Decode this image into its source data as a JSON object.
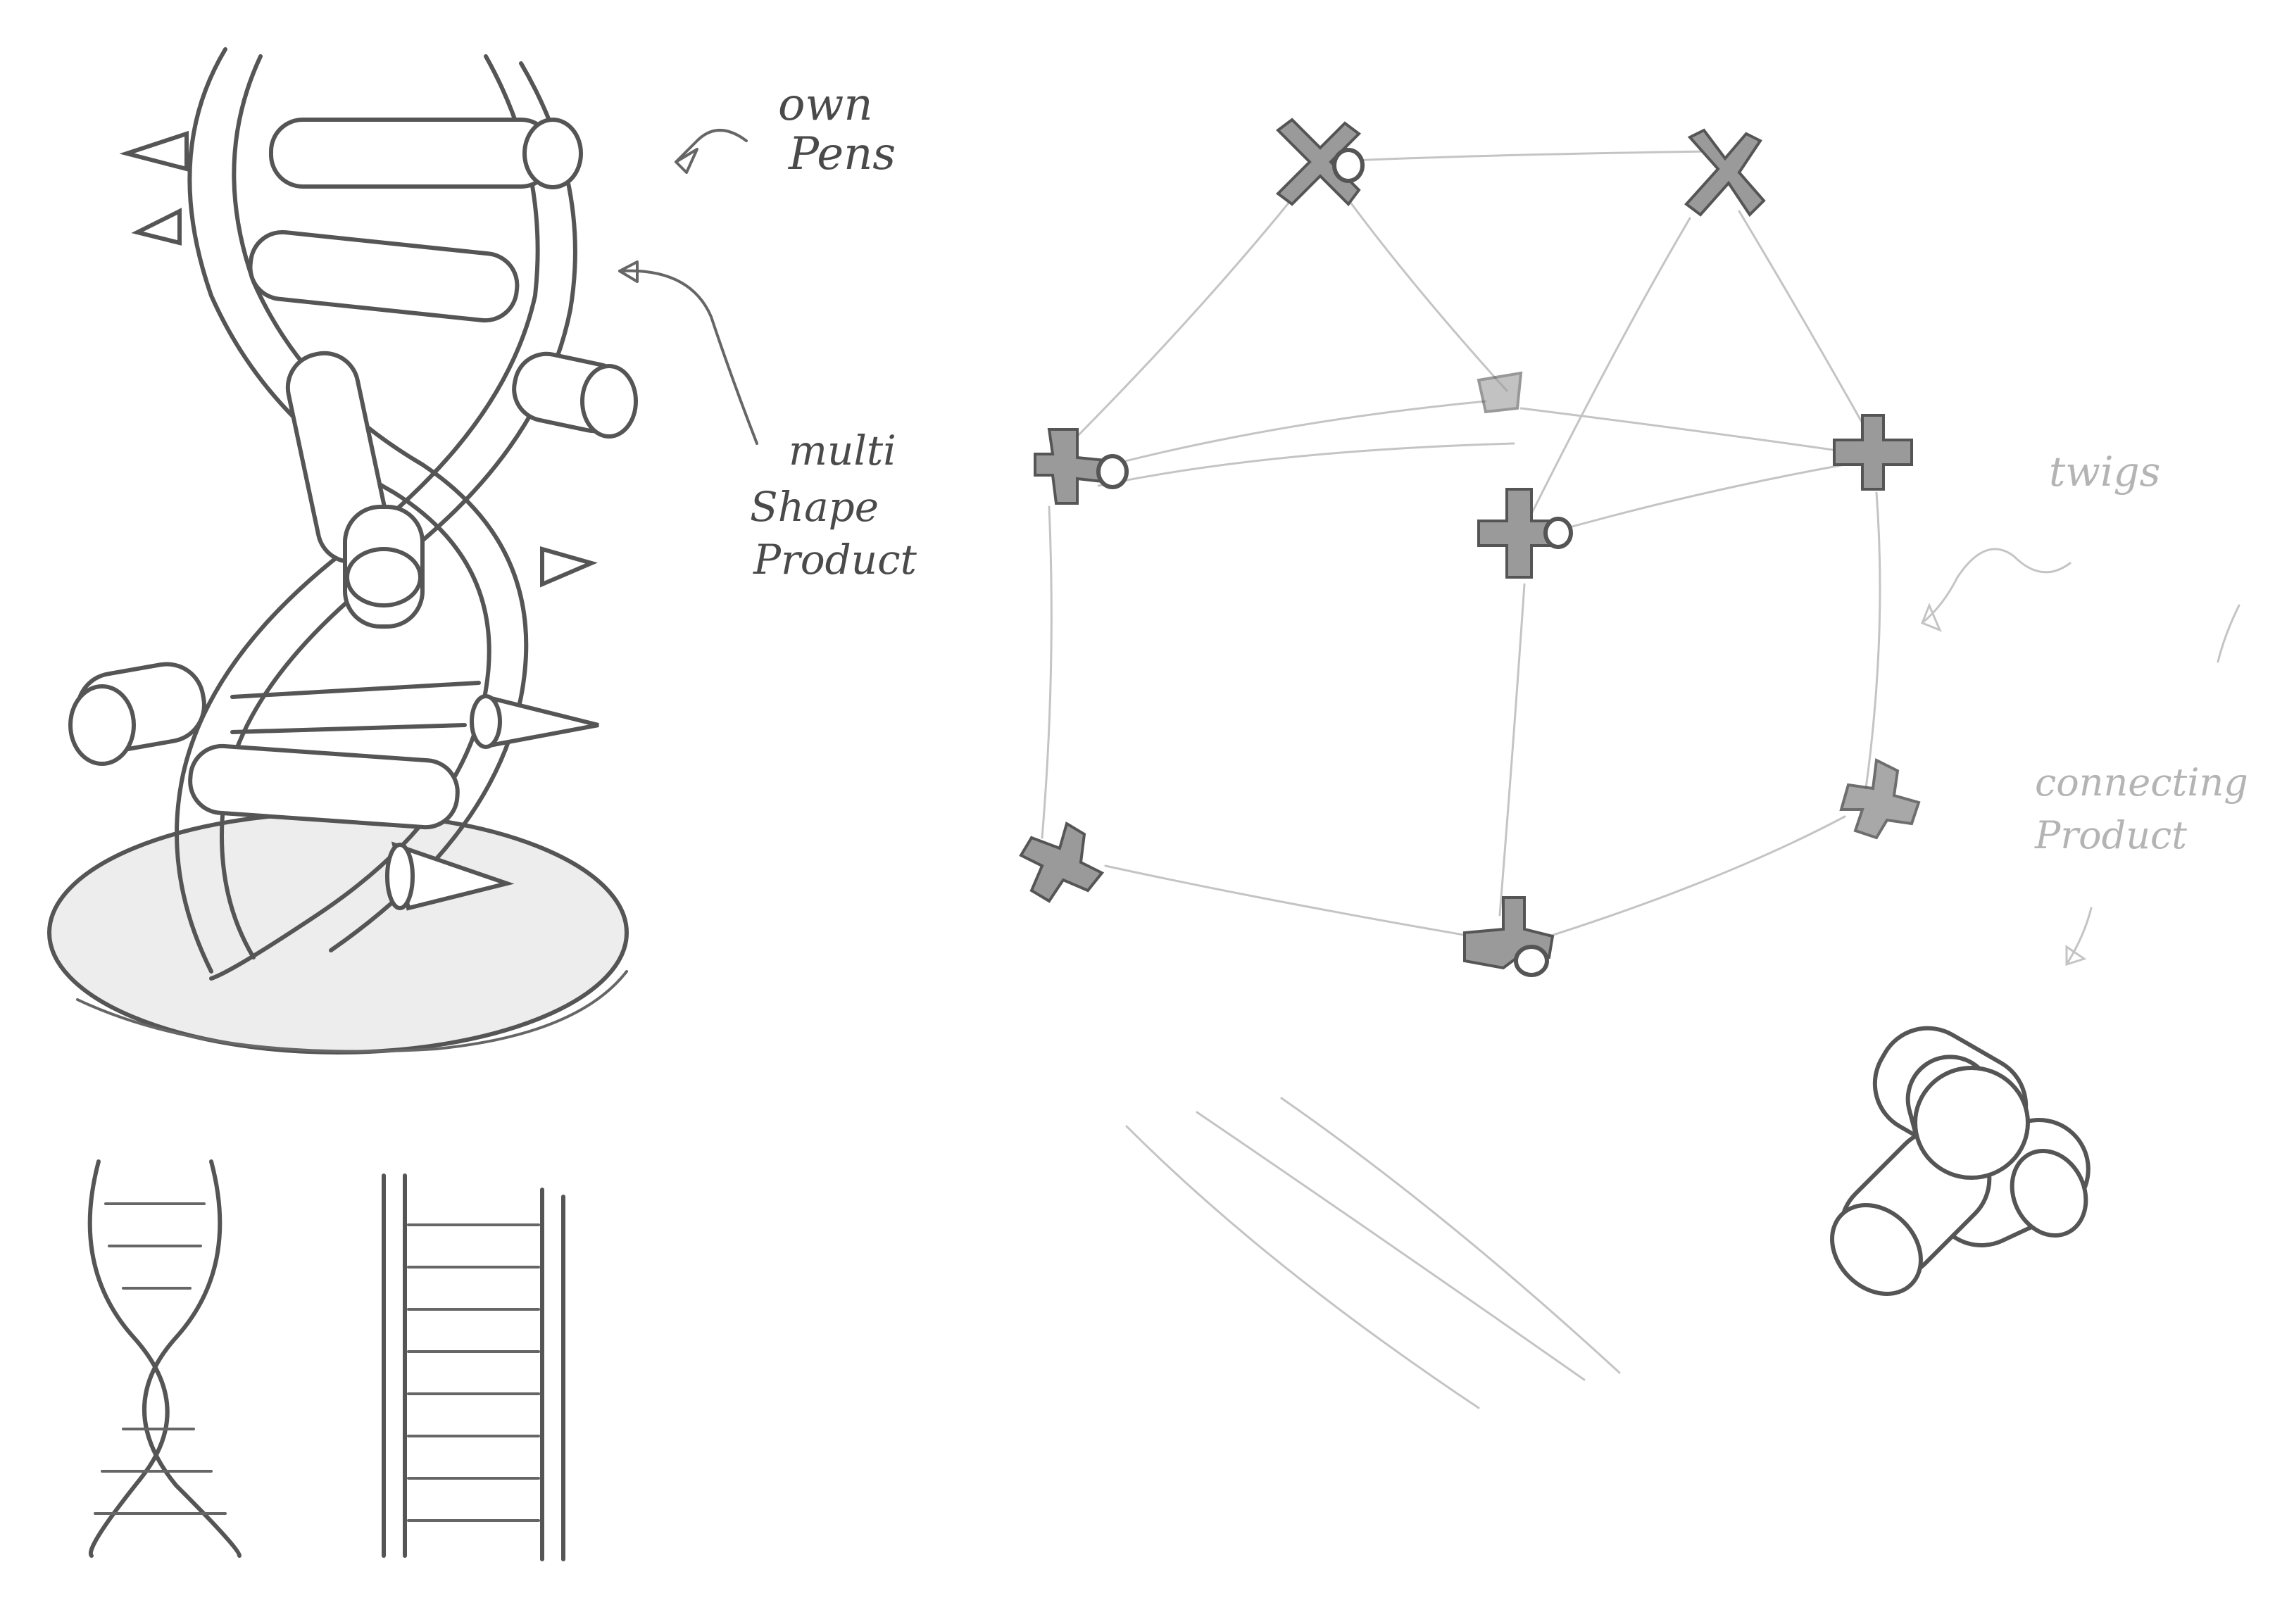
{
  "annotations": {
    "own_pens": [
      "own",
      "Pens"
    ],
    "multi_shape_product": [
      "multi",
      "Shape",
      "Product"
    ],
    "twigs": "twigs",
    "connecting_product": [
      "connecting",
      "Product"
    ]
  },
  "colors": {
    "paper": "#ffffff",
    "pencil_dark": "#555555",
    "pencil_light": "#c4c4c4",
    "shading": "#ededed"
  }
}
